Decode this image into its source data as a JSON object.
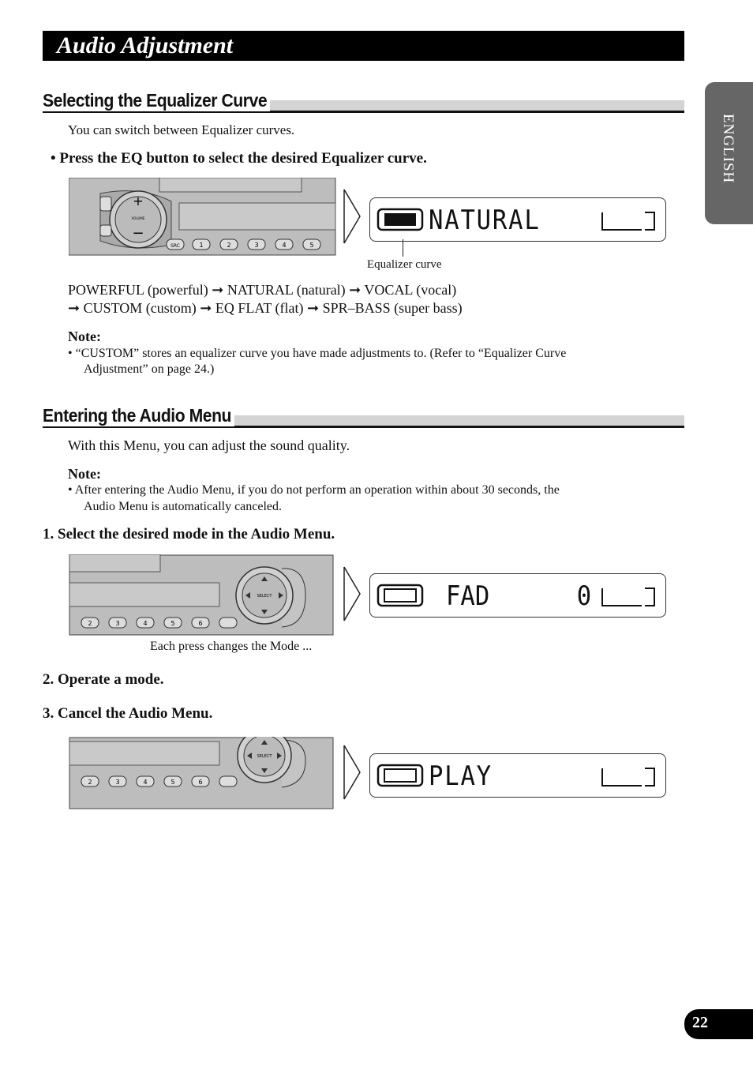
{
  "header": {
    "title": "Audio Adjustment"
  },
  "side_tab": "ENGLISH",
  "page_number": "22",
  "section1": {
    "heading": "Selecting the Equalizer Curve",
    "intro": "You can switch between Equalizer curves.",
    "bullet": "• Press the EQ button to select the desired Equalizer curve.",
    "lcd_text": "NATURAL",
    "lcd_caption": "Equalizer curve",
    "sequence_line1": "POWERFUL (powerful) ➞ NATURAL (natural) ➞ VOCAL (vocal)",
    "sequence_line2": "➞ CUSTOM (custom) ➞ EQ FLAT (flat) ➞ SPR–BASS (super bass)",
    "note_label": "Note:",
    "note_line1": "•  “CUSTOM” stores an equalizer curve you have made adjustments to. (Refer to “Equalizer Curve",
    "note_line2": "Adjustment” on page 24.)"
  },
  "section2": {
    "heading": "Entering the Audio Menu",
    "intro": "With this Menu, you can adjust the sound quality.",
    "note_label": "Note:",
    "note_line1": "•  After entering the Audio Menu, if you do not perform an operation within about 30 seconds, the",
    "note_line2": "Audio Menu is automatically canceled.",
    "step1": "1.   Select the desired mode in the Audio Menu.",
    "lcd1_text": "FAD      0",
    "caption": "Each press changes the Mode ...",
    "step2": "2.   Operate a mode.",
    "step3": "3.   Cancel the Audio Menu.",
    "lcd2_text": "PLAY    "
  },
  "device": {
    "buttons_top": [
      "SRC",
      "1",
      "2",
      "3",
      "4",
      "5"
    ],
    "buttons_bottom": [
      "2",
      "3",
      "4",
      "5",
      "6"
    ],
    "select_label": "SELECT",
    "volume_label": "VOLUME"
  }
}
